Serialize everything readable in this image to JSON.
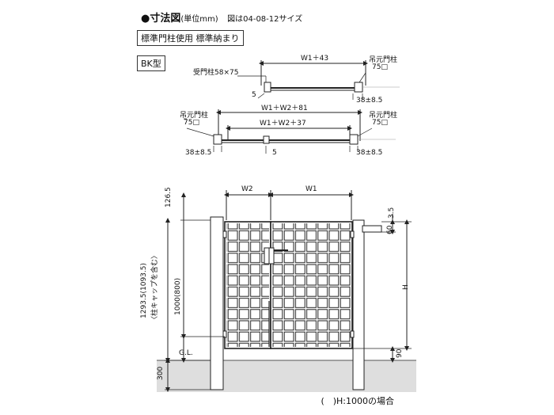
{
  "header": {
    "bullet": "●",
    "title": "寸法図",
    "unit": "(単位mm)",
    "size_note": "図は04-08-12サイズ",
    "spec_box": "標準門柱使用 標準納まり",
    "type_box": "BK型"
  },
  "plan_single": {
    "overall": "W1＋43",
    "receiver_post": "受門柱58×75",
    "hinge_post": "吊元門柱",
    "hinge_post_size": "75□",
    "gap": "5",
    "offset": "38±8.5"
  },
  "plan_double": {
    "overall_outer": "W1＋W2＋81",
    "overall_inner": "W1＋W2＋37",
    "hinge_post_left": "吊元門柱",
    "hinge_post_left_size": "75□",
    "hinge_post_right": "吊元門柱",
    "hinge_post_right_size": "75□",
    "offset_left": "38±8.5",
    "gap": "5",
    "offset_right": "38±8.5"
  },
  "elevation": {
    "w2": "W2",
    "w1": "W1",
    "post_top": "126.5",
    "total_height": "1293.5(1093.5)",
    "incl_cap": "〈柱キャップを含む〉",
    "gate_height": "1000(800)",
    "gl": "G.L.",
    "embed": "300",
    "top_gap": "3.5",
    "bar_height": "60",
    "h": "H",
    "bottom_gap": "90"
  },
  "footnote": "(　)H:1000の場合"
}
